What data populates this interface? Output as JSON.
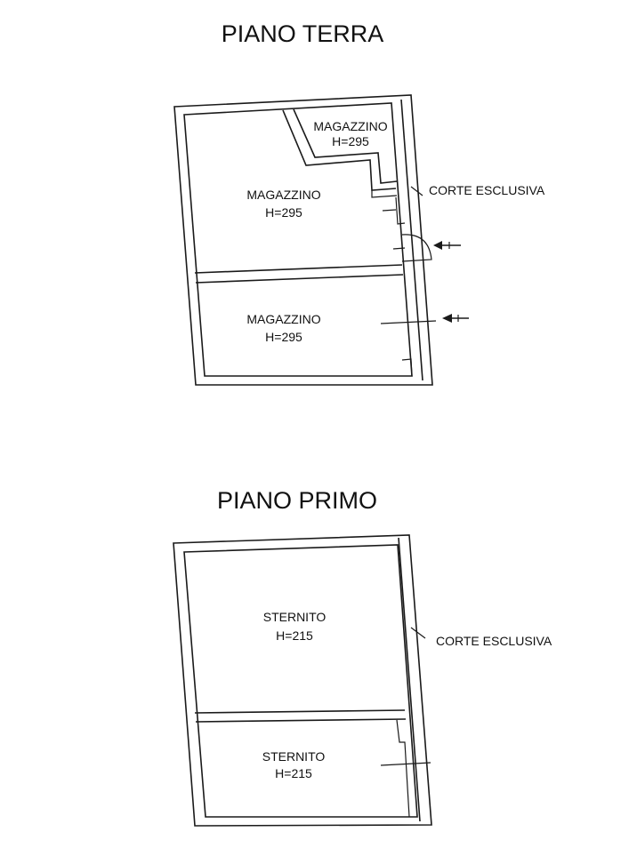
{
  "ground_floor": {
    "title": "PIANO TERRA",
    "rooms": [
      {
        "name": "MAGAZZINO",
        "height": "H=295"
      },
      {
        "name": "MAGAZZINO",
        "height": "H=295"
      },
      {
        "name": "MAGAZZINO",
        "height": "H=295"
      }
    ],
    "courtyard_label": "CORTE ESCLUSIVA"
  },
  "first_floor": {
    "title": "PIANO PRIMO",
    "rooms": [
      {
        "name": "STERNITO",
        "height": "H=215"
      },
      {
        "name": "STERNITO",
        "height": "H=215"
      }
    ],
    "courtyard_label": "CORTE ESCLUSIVA"
  }
}
